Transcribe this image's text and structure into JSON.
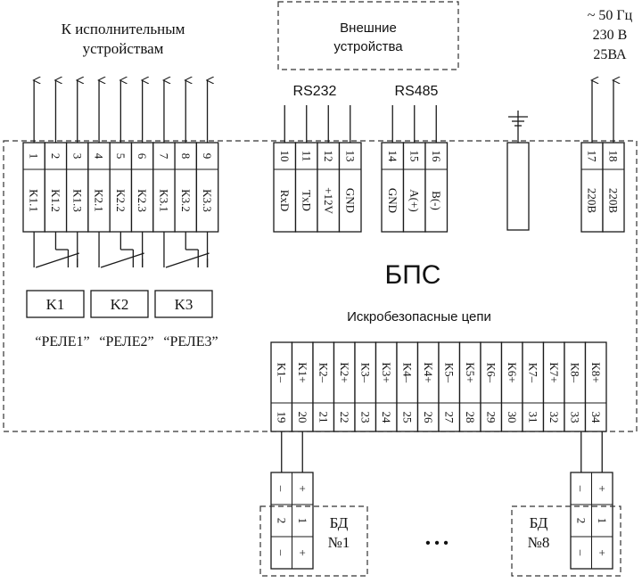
{
  "labels": {
    "to_actuators_line1": "К исполнительным",
    "to_actuators_line2": "устройствам",
    "external_line1": "Внешние",
    "external_line2": "устройства",
    "power_freq": "~ 50 Гц",
    "power_voltage": "230 В",
    "power_rating": "25ВА",
    "rs232": "RS232",
    "rs485": "RS485",
    "unit_title": "БПС",
    "intrinsic_safe": "Искробезопасные цепи",
    "ellipsis": "• • •"
  },
  "relay_terminals": [
    {
      "num": "1",
      "sig": "K1.1"
    },
    {
      "num": "2",
      "sig": "K1.2"
    },
    {
      "num": "3",
      "sig": "K1.3"
    },
    {
      "num": "4",
      "sig": "K2.1"
    },
    {
      "num": "5",
      "sig": "K2.2"
    },
    {
      "num": "6",
      "sig": "K2.3"
    },
    {
      "num": "7",
      "sig": "K3.1"
    },
    {
      "num": "8",
      "sig": "K3.2"
    },
    {
      "num": "9",
      "sig": "K3.3"
    }
  ],
  "rs232_terminals": [
    {
      "num": "10",
      "sig": "RxD"
    },
    {
      "num": "11",
      "sig": "TxD"
    },
    {
      "num": "12",
      "sig": "+12V"
    },
    {
      "num": "13",
      "sig": "GND"
    }
  ],
  "rs485_terminals": [
    {
      "num": "14",
      "sig": "GND"
    },
    {
      "num": "15",
      "sig": "A(+)"
    },
    {
      "num": "16",
      "sig": "B(-)"
    }
  ],
  "power_terminals": [
    {
      "num": "17",
      "sig": "220В"
    },
    {
      "num": "18",
      "sig": "220В"
    }
  ],
  "relays": [
    {
      "name": "K1",
      "caption": "“РЕЛЕ1”"
    },
    {
      "name": "K2",
      "caption": "“РЕЛЕ2”"
    },
    {
      "name": "K3",
      "caption": "“РЕЛЕ3”"
    }
  ],
  "sensor_terminals": [
    {
      "num": "19",
      "sig": "K1–"
    },
    {
      "num": "20",
      "sig": "K1+"
    },
    {
      "num": "21",
      "sig": "K2–"
    },
    {
      "num": "22",
      "sig": "K2+"
    },
    {
      "num": "23",
      "sig": "K3–"
    },
    {
      "num": "24",
      "sig": "K3+"
    },
    {
      "num": "25",
      "sig": "K4–"
    },
    {
      "num": "26",
      "sig": "K4+"
    },
    {
      "num": "27",
      "sig": "K5–"
    },
    {
      "num": "28",
      "sig": "K5+"
    },
    {
      "num": "29",
      "sig": "K6–"
    },
    {
      "num": "30",
      "sig": "K6+"
    },
    {
      "num": "31",
      "sig": "K7–"
    },
    {
      "num": "32",
      "sig": "K7+"
    },
    {
      "num": "33",
      "sig": "K8–"
    },
    {
      "num": "34",
      "sig": "K8+"
    }
  ],
  "detectors": [
    {
      "name": "БД",
      "index": "№1",
      "top": [
        "–",
        "+"
      ],
      "mid": [
        "2",
        "1"
      ],
      "bot": [
        "–",
        "+"
      ]
    },
    {
      "name": "БД",
      "index": "№8",
      "top": [
        "–",
        "+"
      ],
      "mid": [
        "2",
        "1"
      ],
      "bot": [
        "–",
        "+"
      ]
    }
  ]
}
